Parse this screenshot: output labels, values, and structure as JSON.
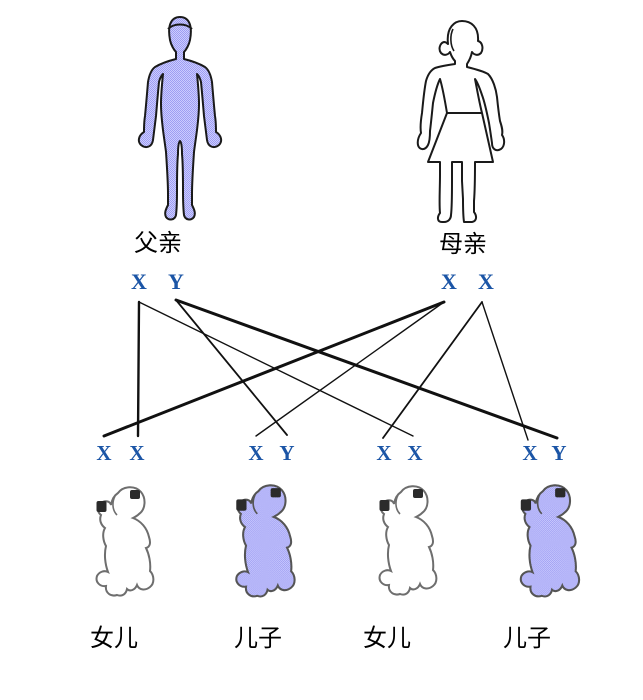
{
  "diagram": {
    "title": "sex-chromosome inheritance pedigree",
    "father": {
      "label": "父亲",
      "alleles": [
        "X",
        "Y"
      ]
    },
    "mother": {
      "label": "母亲",
      "alleles": [
        "X",
        "X"
      ]
    },
    "children": [
      {
        "label": "女儿",
        "sex": "daughter",
        "alleles": [
          "X",
          "X"
        ]
      },
      {
        "label": "儿子",
        "sex": "son",
        "alleles": [
          "X",
          "Y"
        ]
      },
      {
        "label": "女儿",
        "sex": "daughter",
        "alleles": [
          "X",
          "X"
        ]
      },
      {
        "label": "儿子",
        "sex": "son",
        "alleles": [
          "X",
          "Y"
        ]
      }
    ],
    "lines": [
      {
        "from": "father-X",
        "to": "child1-X2",
        "weight": 2.4
      },
      {
        "from": "father-X",
        "to": "child3-X2",
        "weight": 1.4
      },
      {
        "from": "father-Y",
        "to": "child2-Y",
        "weight": 1.8
      },
      {
        "from": "father-Y",
        "to": "child4-Y",
        "weight": 3
      },
      {
        "from": "mother-X1",
        "to": "child1-X1",
        "weight": 3
      },
      {
        "from": "mother-X1",
        "to": "child2-X",
        "weight": 1.4
      },
      {
        "from": "mother-X2",
        "to": "child3-X1",
        "weight": 1.8
      },
      {
        "from": "mother-X2",
        "to": "child4-X",
        "weight": 1.4
      }
    ],
    "colors": {
      "allele": "#1b55a6",
      "line": "#111111",
      "figure_fill_light": "#ccccff",
      "figure_fill_dark": "#9e9ef2",
      "parent_outline": "#1a1a1a",
      "baby_outline": "#6e6e6e",
      "fist": "#2b2b2b",
      "label_text": "#000000"
    }
  }
}
